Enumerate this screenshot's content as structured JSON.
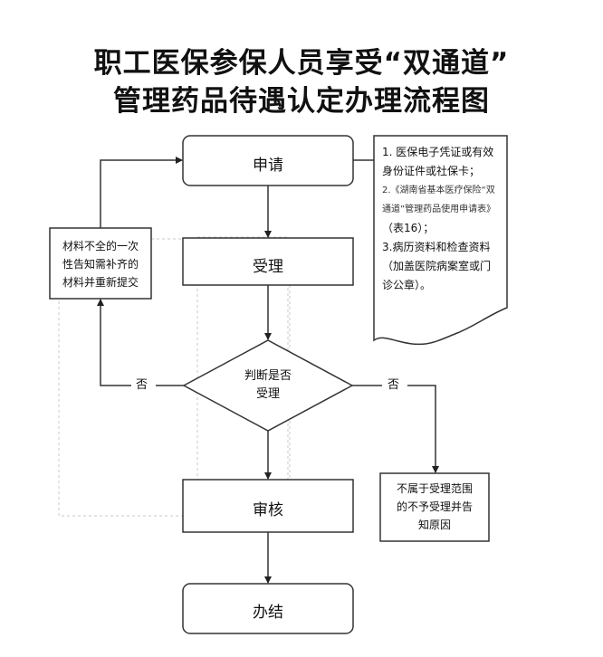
{
  "title": {
    "line1": "职工医保参保人员享受“双通道”",
    "line2": "管理药品待遇认定办理流程图"
  },
  "nodes": {
    "apply": "申请",
    "accept": "受理",
    "judge_line1": "判断是否",
    "judge_line2": "受理",
    "review": "审核",
    "finish": "办结",
    "left_note_line1": "材料不全的一次",
    "left_note_line2": "性告知需补齐的",
    "left_note_line3": "材料并重新提交",
    "right_note_line1": "不属于受理范围",
    "right_note_line2": "的不予受理并告",
    "right_note_line3": "知原因"
  },
  "edges": {
    "no_left": "否",
    "no_right": "否"
  },
  "documents": {
    "line1": "1. 医保电子凭证或有效",
    "line2": "身份证件或社保卡；",
    "line3": "2.《湖南省基本医疗保险“双",
    "line4": "通道”管理药品使用申请表》",
    "line5": "（表16）；",
    "line6": "3.病历资料和检查资料",
    "line7": "（加盖医院病案室或门",
    "line8": "诊公章）。"
  }
}
